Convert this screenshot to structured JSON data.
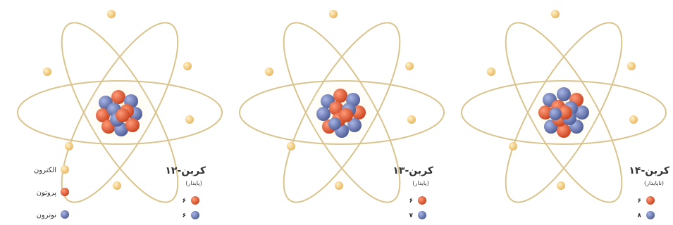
{
  "colors": {
    "electron": "#f0c070",
    "proton": "#e0603a",
    "neutron": "#6f7fb6",
    "orbit": "#d9c48e"
  },
  "legend": {
    "electron": "الکترون",
    "proton": "پروتون",
    "neutron": "نوترون"
  },
  "atoms": [
    {
      "title": "کربن-۱۲",
      "stability": "(پایدار)",
      "protons": "۶",
      "neutrons": "۶"
    },
    {
      "title": "کربن-۱۳",
      "stability": "(پایدار)",
      "protons": "۶",
      "neutrons": "۷"
    },
    {
      "title": "کربن-۱۴",
      "stability": "(ناپایدار)",
      "protons": "۶",
      "neutrons": "۸"
    }
  ]
}
